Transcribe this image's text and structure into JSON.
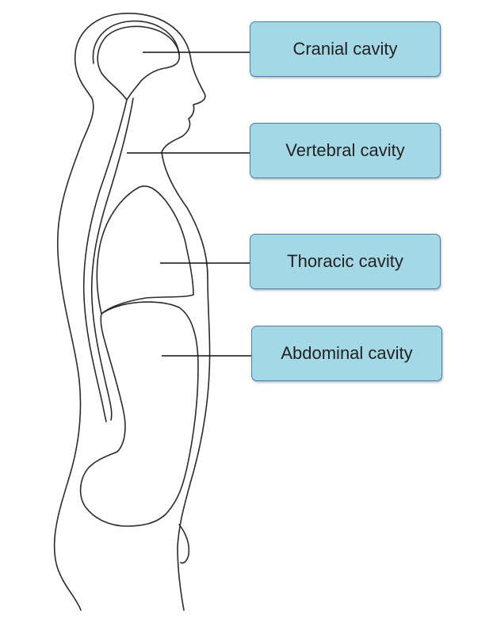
{
  "labels": {
    "cranial": "Cranial cavity",
    "vertebral": "Vertebral cavity",
    "thoracic": "Thoracic cavity",
    "abdominal": "Abdominal cavity"
  },
  "colors": {
    "label_fill": "#a5d8e6",
    "label_border": "#4a7fb0",
    "outline": "#2b2b2b",
    "leader_line": "#111111"
  }
}
